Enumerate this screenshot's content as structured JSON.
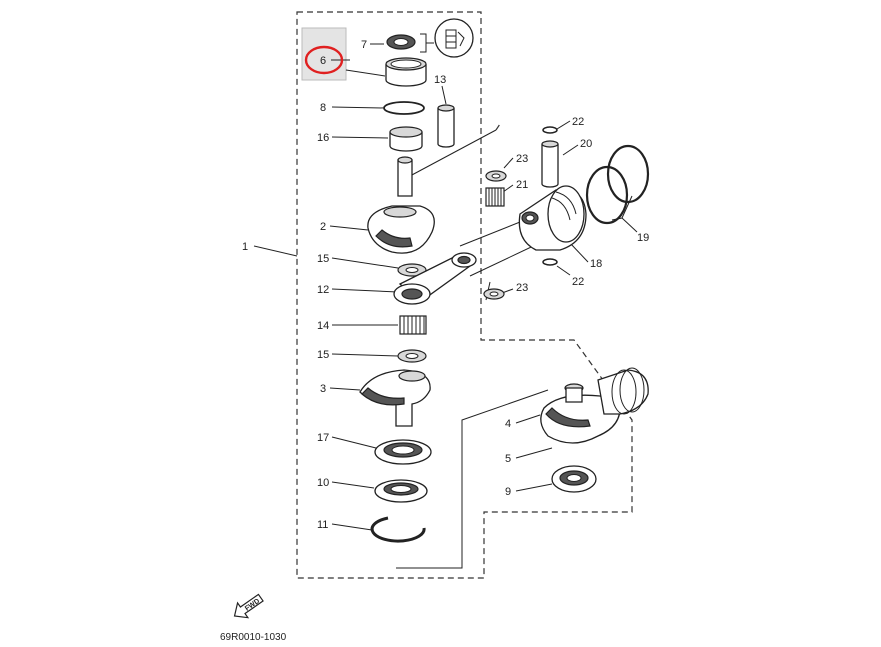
{
  "diagram": {
    "part_numbers": {
      "p1": "1",
      "p2": "2",
      "p3": "3",
      "p4": "4",
      "p5": "5",
      "p6": "6",
      "p7": "7",
      "p8": "8",
      "p9": "9",
      "p10": "10",
      "p11": "11",
      "p12": "12",
      "p13": "13",
      "p14": "14",
      "p15a": "15",
      "p15b": "15",
      "p16": "16",
      "p17": "17",
      "p18": "18",
      "p19": "19",
      "p20": "20",
      "p21": "21",
      "p22a": "22",
      "p22b": "22",
      "p23a": "23",
      "p23b": "23"
    },
    "fwd_label": "FWD",
    "diagram_code": "69R0010-1030",
    "highlight_color": "#e02020",
    "highlighted_part": "6"
  }
}
